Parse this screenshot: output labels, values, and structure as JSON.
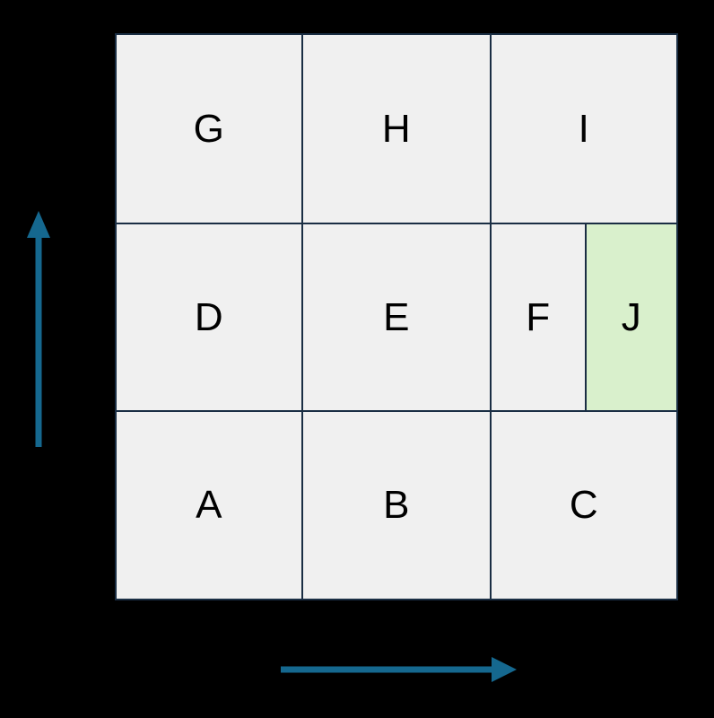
{
  "diagram": {
    "title": "grid-layout-diagram",
    "background_color": "#000000",
    "cell_fill_color": "#f0f0f0",
    "cell_border_color": "#1a2e44",
    "highlight_fill_color": "#d9f0cc",
    "arrow_color": "#15688f",
    "text_color": "#000000"
  },
  "grid": {
    "rows": 3,
    "columns": 3,
    "cells": [
      {
        "label": "G",
        "row": 0,
        "col": 0,
        "highlighted": false
      },
      {
        "label": "H",
        "row": 0,
        "col": 1,
        "highlighted": false
      },
      {
        "label": "I",
        "row": 0,
        "col": 2,
        "highlighted": false
      },
      {
        "label": "D",
        "row": 1,
        "col": 0,
        "highlighted": false
      },
      {
        "label": "E",
        "row": 1,
        "col": 1,
        "highlighted": false
      },
      {
        "label": "F",
        "row": 1,
        "col": 2,
        "highlighted": false
      },
      {
        "label": "J",
        "row": 1,
        "col": 3,
        "highlighted": true
      },
      {
        "label": "A",
        "row": 2,
        "col": 0,
        "highlighted": false
      },
      {
        "label": "B",
        "row": 2,
        "col": 1,
        "highlighted": false
      },
      {
        "label": "C",
        "row": 2,
        "col": 2,
        "highlighted": false
      }
    ]
  },
  "axes": {
    "vertical_arrow": {
      "name": "vertical-axis-arrow",
      "direction": "up",
      "color": "#15688f"
    },
    "horizontal_arrow": {
      "name": "horizontal-axis-arrow",
      "direction": "right",
      "color": "#15688f"
    }
  }
}
